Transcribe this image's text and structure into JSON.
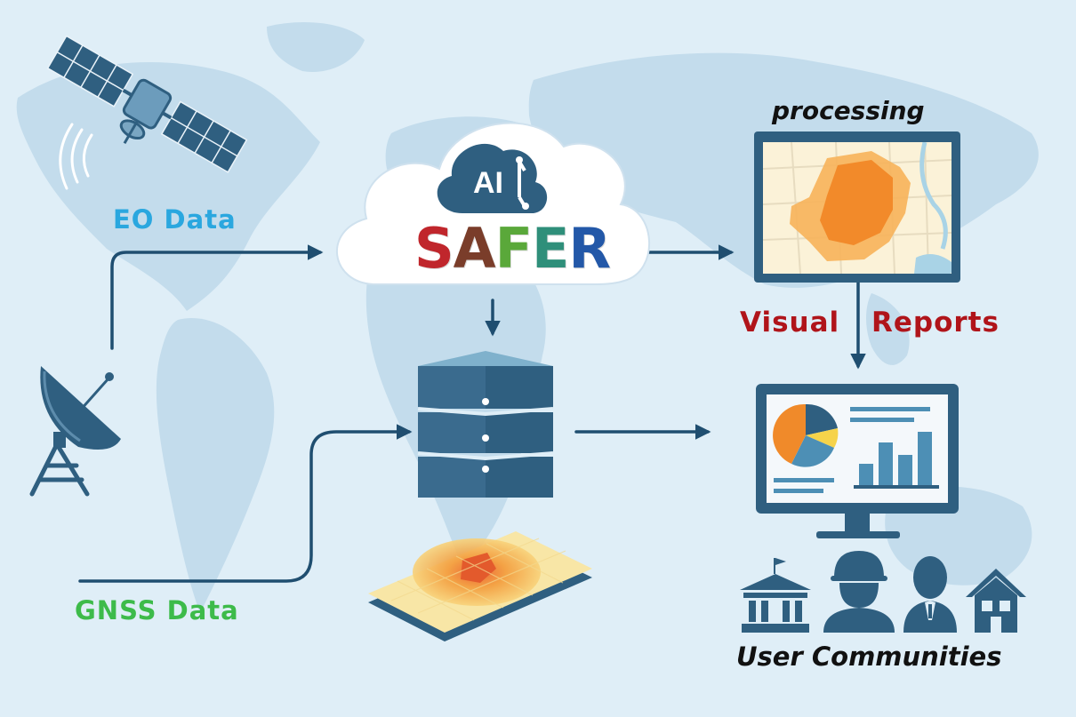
{
  "labels": {
    "eo": "EO Data",
    "gnss": "GNSS Data",
    "processing": "processing",
    "visual": "Visual",
    "reports": "Reports",
    "users": "User Communities"
  },
  "logo": {
    "ai": "AI",
    "letters": [
      "S",
      "A",
      "F",
      "E",
      "R"
    ]
  },
  "colors": {
    "background": "#dfeef7",
    "continents": "#c3dcec",
    "primary": "#2f5f80",
    "arrow": "#1f4e70",
    "eo_label": "#2aa7df",
    "gnss_label": "#3dbb4a",
    "reports_label": "#b0141a",
    "heat_orange": "#f08a2a",
    "chart_yellow": "#f6d34a",
    "logo_s": "#c0262c",
    "logo_a": "#7a3d2a",
    "logo_f": "#5aa83a",
    "logo_e": "#2f8f7a",
    "logo_r": "#2358a8"
  },
  "icons": [
    "satellite-icon",
    "ground-antenna-icon",
    "cloud-icon",
    "server-icon",
    "heatmap-tile-icon",
    "map-screen-icon",
    "dashboard-monitor-icon",
    "government-building-icon",
    "worker-icon",
    "businessman-icon",
    "house-icon"
  ]
}
